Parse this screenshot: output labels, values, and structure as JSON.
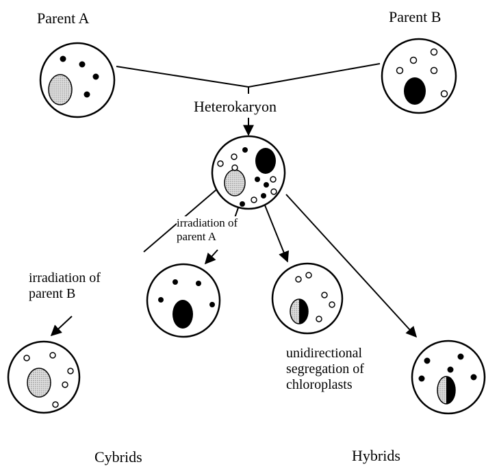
{
  "labels": {
    "parent_a": "Parent A",
    "parent_b": "Parent B",
    "heterokaryon": "Heterokaryon",
    "irradiation_a": "irradiation of\nparent A",
    "irradiation_b": "irradiation of\nparent B",
    "segregation": "unidirectional\nsegregation of\nchloroplasts",
    "cybrids": "Cybrids",
    "hybrids": "Hybrids"
  },
  "legend_colors": {
    "parent_a_nucleus": "#cfcfcf",
    "parent_b_nucleus": "#000000",
    "parent_a_chloroplast": "#000000",
    "parent_b_chloroplast": "#ffffff"
  }
}
